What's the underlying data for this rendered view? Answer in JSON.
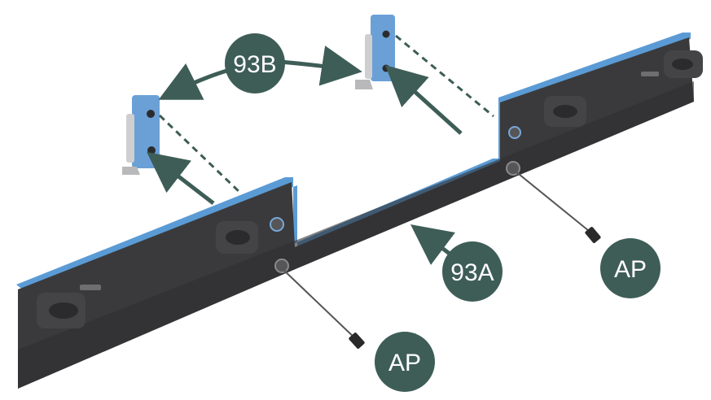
{
  "callouts": {
    "part_93b": "93B",
    "part_93a": "93A",
    "screw_right": "AP",
    "screw_left": "AP"
  },
  "colors": {
    "callout_fill": "#3e5d57",
    "callout_text": "#ffffff",
    "arrow": "#3e5d57",
    "panel_face": "#3b3b3d",
    "panel_edge": "#4f8fcf",
    "bracket": "#6aa0d6"
  }
}
